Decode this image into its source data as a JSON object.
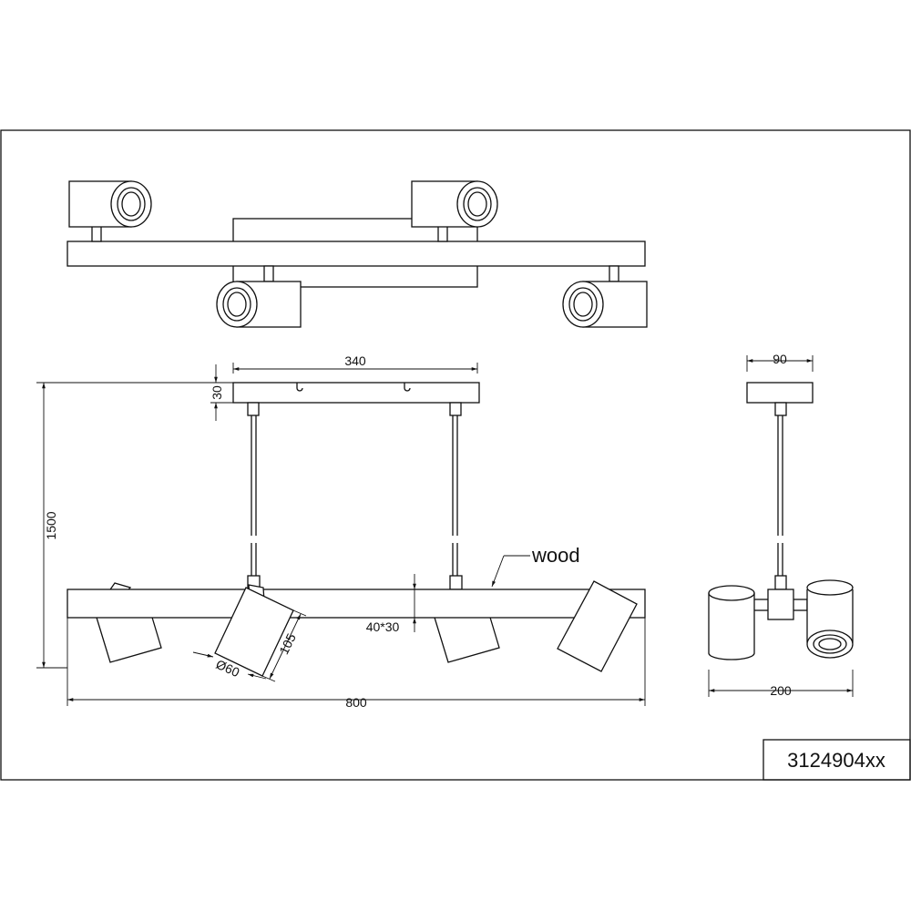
{
  "drawing": {
    "dimensions": {
      "canopy_width": "340",
      "canopy_height": "30",
      "side_canopy_width": "90",
      "overall_height": "1500",
      "overall_length": "800",
      "bar_section": "40*30",
      "spot_diameter": "Ø60",
      "spot_length": "105",
      "side_width": "200"
    },
    "material_label": "wood",
    "product_code": "3124904xx"
  }
}
